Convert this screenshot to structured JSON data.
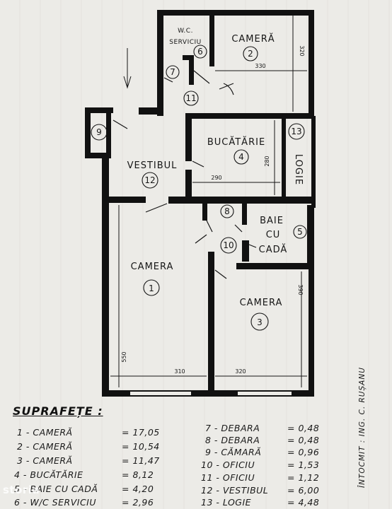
{
  "rooms": [
    {
      "id": "camera-1",
      "name": "CAMERA",
      "number": "1"
    },
    {
      "id": "camera-2",
      "name": "CAMERĂ",
      "number": "2"
    },
    {
      "id": "camera-3",
      "name": "CAMERA",
      "number": "3"
    },
    {
      "id": "bucatarie",
      "name": "BUCĂTĂRIE",
      "number": "4"
    },
    {
      "id": "baie",
      "name_line1": "BAIE",
      "name_line2": "CU",
      "name_line3": "CADĂ",
      "number": "5"
    },
    {
      "id": "wc",
      "name_line1": "W.C.",
      "name_line2": "SERVICIU",
      "number": "6"
    },
    {
      "id": "debara-7",
      "number": "7"
    },
    {
      "id": "debara-8",
      "number": "8"
    },
    {
      "id": "camara",
      "number": "9"
    },
    {
      "id": "oficiu-10",
      "number": "10"
    },
    {
      "id": "oficiu-11",
      "number": "11"
    },
    {
      "id": "vestibul",
      "name": "VESTIBUL",
      "number": "12"
    },
    {
      "id": "logie",
      "name": "LOGIE",
      "number": "13"
    }
  ],
  "dimensions": {
    "camera2_width": "330",
    "camera2_height": "320",
    "bucatarie_width": "290",
    "bucatarie_height": "280",
    "camera1_height": "550",
    "camera1_width": "310",
    "camera3_width": "320",
    "camera3_height": "390"
  },
  "legend": {
    "title": "SUPRAFEȚE :",
    "left": [
      {
        "label": "1 - CAMERĂ",
        "value": "= 17,05"
      },
      {
        "label": "2 - CAMERĂ",
        "value": "= 10,54"
      },
      {
        "label": "3 - CAMERĂ",
        "value": "= 11,47"
      },
      {
        "label": "4 - BUCĂTĂRIE",
        "value": "= 8,12"
      },
      {
        "label": "5 - BAIE CU CADĂ",
        "value": "= 4,20"
      },
      {
        "label": "6 - W/C SERVICIU",
        "value": "= 2,96"
      }
    ],
    "right": [
      {
        "label": "7 - DEBARA",
        "value": "= 0,48"
      },
      {
        "label": "8 - DEBARA",
        "value": "= 0,48"
      },
      {
        "label": "9 - CĂMARĂ",
        "value": "= 0,96"
      },
      {
        "label": "10 - OFICIU",
        "value": "= 1,53"
      },
      {
        "label": "11 - OFICIU",
        "value": "= 1,12"
      },
      {
        "label": "12 - VESTIBUL",
        "value": "= 6,00"
      },
      {
        "label": "13 - LOGIE",
        "value": "= 4,48"
      }
    ]
  },
  "author": "ÎNTOCMIT : ING. C. RUȘANU",
  "watermark": "storia"
}
